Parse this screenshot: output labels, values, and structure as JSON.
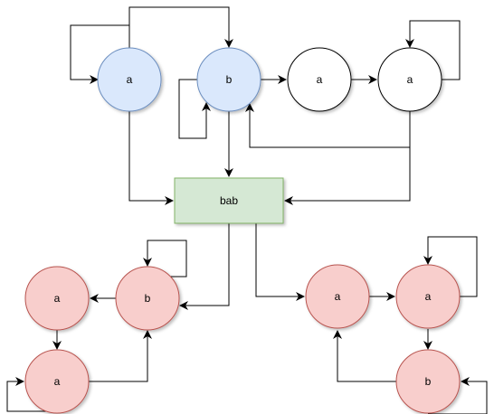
{
  "colors": {
    "blue_fill": "#dae8fc",
    "blue_stroke": "#6c8ebf",
    "green_fill": "#d5e8d4",
    "green_stroke": "#82b366",
    "red_fill": "#f8cecc",
    "red_stroke": "#b85450",
    "plain_fill": "#ffffff",
    "plain_stroke": "#000000"
  },
  "nodes": {
    "top_a1": "a",
    "top_b": "b",
    "top_a2": "a",
    "top_a3": "a",
    "merged": "bab",
    "left_a_top": "a",
    "left_b": "b",
    "left_a_bottom": "a",
    "right_a1": "a",
    "right_a2": "a",
    "right_b": "b"
  }
}
